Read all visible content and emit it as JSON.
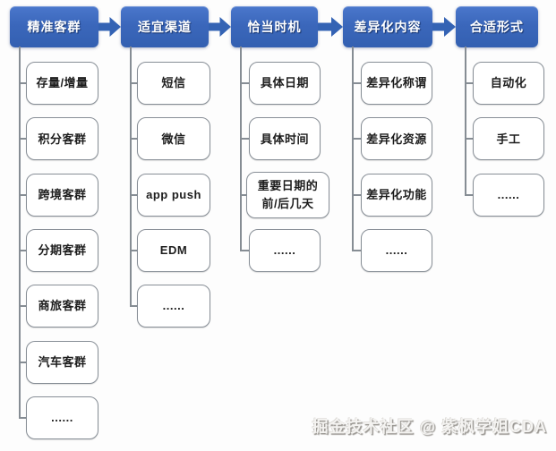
{
  "diagram": {
    "columns": [
      {
        "header": "精准客群",
        "children": [
          "存量/增量",
          "积分客群",
          "跨境客群",
          "分期客群",
          "商旅客群",
          "汽车客群",
          "......"
        ]
      },
      {
        "header": "适宜渠道",
        "children": [
          "短信",
          "微信",
          "app push",
          "EDM",
          "......"
        ]
      },
      {
        "header": "恰当时机",
        "children": [
          "具体日期",
          "具体时间",
          "重要日期的前/后几天",
          "......"
        ]
      },
      {
        "header": "差异化内容",
        "children": [
          "差异化称谓",
          "差异化资源",
          "差异化功能",
          "......"
        ]
      },
      {
        "header": "合适形式",
        "children": [
          "自动化",
          "手工",
          "......"
        ]
      }
    ],
    "colors": {
      "header_blue": "#3b67bb",
      "arrow_blue": "#3463b4",
      "connector_gray": "#868d94",
      "box_border_gray": "#878e96",
      "box_text": "#1d1d1d"
    }
  },
  "watermark": {
    "text": "掘金技术社区 @ 紫枫学姐CDA"
  }
}
